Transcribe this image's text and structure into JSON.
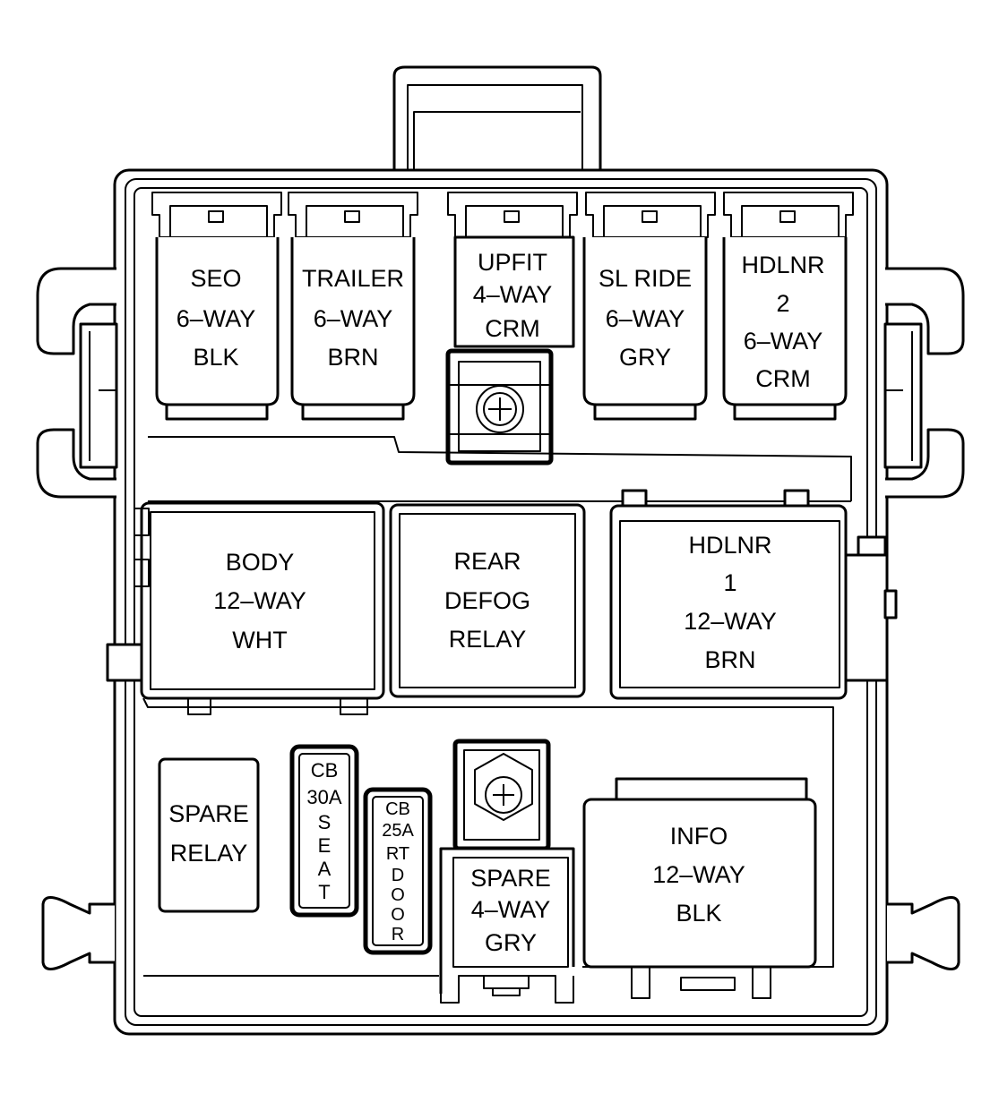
{
  "components": {
    "seo": {
      "lines": [
        "SEO",
        "6–WAY",
        "BLK"
      ]
    },
    "trailer": {
      "lines": [
        "TRAILER",
        "6–WAY",
        "BRN"
      ]
    },
    "upfit": {
      "lines": [
        "UPFIT",
        "4–WAY",
        "CRM"
      ]
    },
    "sl_ride": {
      "lines": [
        "SL RIDE",
        "6–WAY",
        "GRY"
      ]
    },
    "hdlnr2": {
      "lines": [
        "HDLNR",
        "2",
        "6–WAY",
        "CRM"
      ]
    },
    "body": {
      "lines": [
        "BODY",
        "12–WAY",
        "WHT"
      ]
    },
    "rear_defog": {
      "lines": [
        "REAR",
        "DEFOG",
        "RELAY"
      ]
    },
    "hdlnr1": {
      "lines": [
        "HDLNR",
        "1",
        "12–WAY",
        "BRN"
      ]
    },
    "spare_relay": {
      "lines": [
        "SPARE",
        "RELAY"
      ]
    },
    "cb30": {
      "lines": [
        "CB",
        "30A",
        "S",
        "E",
        "A",
        "T"
      ]
    },
    "cb25": {
      "lines": [
        "CB",
        "25A",
        "RT",
        "D",
        "O",
        "O",
        "R"
      ]
    },
    "spare4": {
      "lines": [
        "SPARE",
        "4–WAY",
        "GRY"
      ]
    },
    "info": {
      "lines": [
        "INFO",
        "12–WAY",
        "BLK"
      ]
    }
  },
  "icons": {
    "stud_top": "terminal-stud-icon",
    "stud_bottom": "hex-nut-stud-icon"
  }
}
